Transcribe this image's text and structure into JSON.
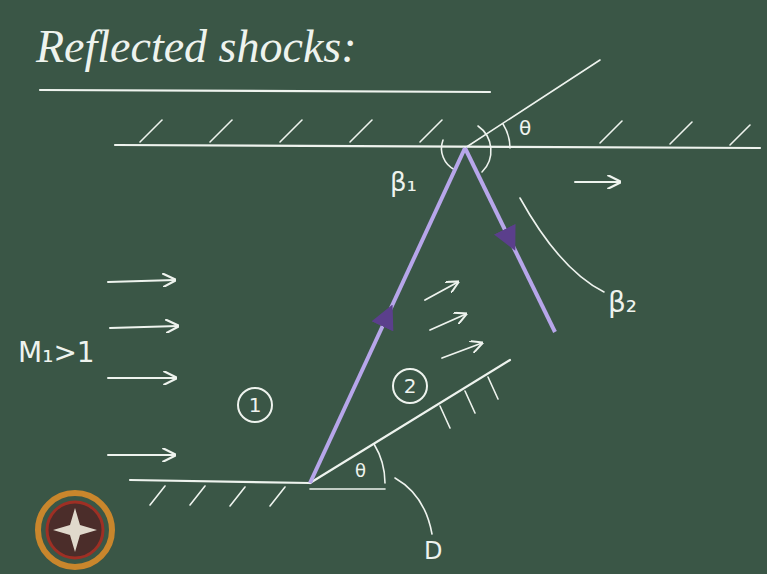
{
  "diagram": {
    "title": "Reflected shocks:",
    "nodes": [
      {
        "text": [
          "1"
        ]
      },
      {
        "text": [
          "2"
        ]
      }
    ],
    "labels": [
      "M₁>1",
      "β₁",
      "θ",
      "β₂",
      "θ",
      "D"
    ]
  }
}
